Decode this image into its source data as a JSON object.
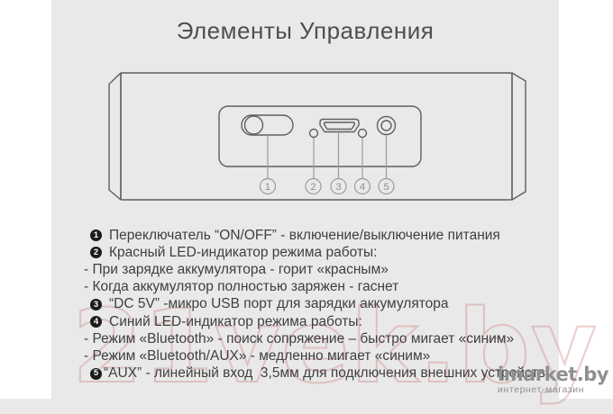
{
  "page": {
    "title": "Элементы Управления"
  },
  "diagram": {
    "description_icons": [
      "power-switch-icon",
      "red-led-icon",
      "micro-usb-port-icon",
      "blue-led-icon",
      "aux-jack-icon"
    ],
    "callouts": [
      "1",
      "2",
      "3",
      "4",
      "5"
    ]
  },
  "legend": {
    "items": [
      {
        "bullet": "1",
        "text": "Переключатель “ON/OFF” - включение/выключение питания"
      },
      {
        "bullet": "2",
        "text": "Красный LED-индикатор режима работы:"
      },
      {
        "bullet": "",
        "text": "- При зарядке аккумулятора - горит «красным»"
      },
      {
        "bullet": "",
        "text": "- Когда аккумулятор полностью заряжен - гаснет"
      },
      {
        "bullet": "3",
        "text": "“DC 5V” -микро USB порт для зарядки аккумулятора"
      },
      {
        "bullet": "4",
        "text": "Синий LED-индикатор режима работы:"
      },
      {
        "bullet": "",
        "text": "- Режим «Bluetooth» - поиск сопряжение – быстро мигает «синим»"
      },
      {
        "bullet": "",
        "text": "- Режим «Bluetooth/AUX» - медленно мигает «синим»"
      },
      {
        "bullet": "5",
        "text": "“AUX” - линейный вход  3,5мм для подключения внешних устройств"
      }
    ]
  },
  "watermarks": {
    "large": "21vek.by",
    "store": "imarket.by",
    "store_sub": "интернет-магазин"
  },
  "colors": {
    "background": "#e9e9e9",
    "side_strips": "#ffffff",
    "text": "#3f3f3f",
    "title": "#4f4f4f",
    "device_outline": "#5f5f5f",
    "callout_gray": "#9b9b9b",
    "watermark_pink": "#ce8989",
    "logo_gray": "#8f8f8f"
  }
}
